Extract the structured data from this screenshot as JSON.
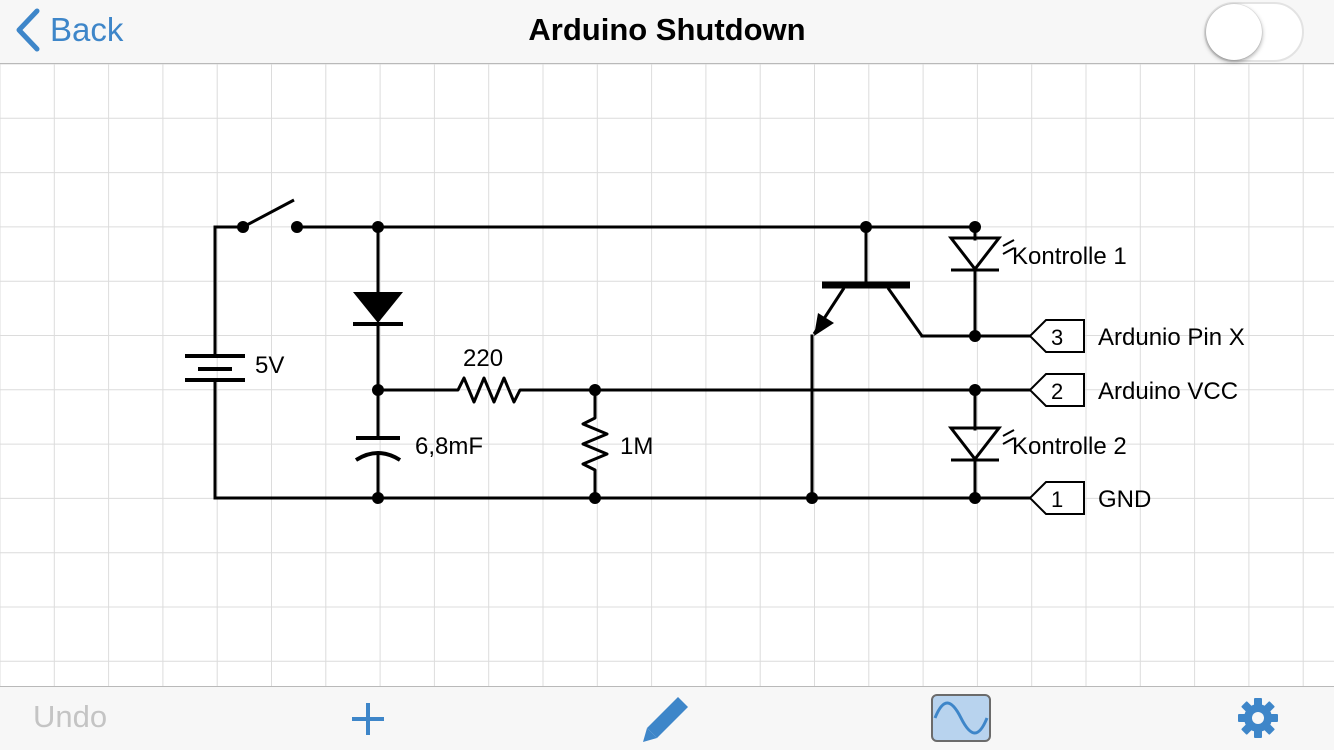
{
  "navbar": {
    "back_label": "Back",
    "title": "Arduino Shutdown",
    "toggle_on": false
  },
  "schematic": {
    "components": {
      "battery_label": "5V",
      "resistor_series_label": "220",
      "capacitor_label": "6,8mF",
      "resistor_pull_label": "1M",
      "led1_label": "Kontrolle 1",
      "led2_label": "Kontrolle 2"
    },
    "ports": [
      {
        "number": "3",
        "label": "Ardunio Pin X"
      },
      {
        "number": "2",
        "label": "Arduino VCC"
      },
      {
        "number": "1",
        "label": "GND"
      }
    ]
  },
  "toolbar": {
    "undo_label": "Undo",
    "add_icon": "plus-icon",
    "edit_icon": "pencil-icon",
    "signal_icon": "sine-wave-icon",
    "settings_icon": "gear-icon"
  },
  "colors": {
    "accent": "#3e86c9",
    "disabled": "#c4c4c4",
    "grid": "#dcdcdc",
    "signal_active_bg": "#b8d3ee"
  }
}
